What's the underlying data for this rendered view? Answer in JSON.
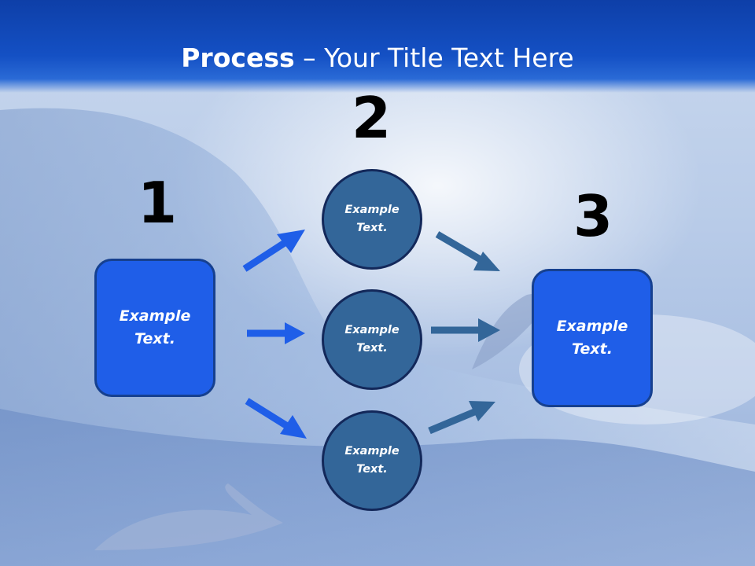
{
  "title": {
    "bold": "Process",
    "rest": " – Your Title Text Here"
  },
  "steps": [
    {
      "number": "1",
      "text": "Example Text."
    },
    {
      "number": "2",
      "text": [
        "Example Text.",
        "Example Text.",
        "Example Text."
      ]
    },
    {
      "number": "3",
      "text": "Example Text."
    }
  ],
  "colors": {
    "header": "#1450c4",
    "box_fill": "#1f5ee8",
    "circle_fill": "#336699",
    "arrow_left": "#1f5ee8",
    "arrow_right": "#336699"
  }
}
